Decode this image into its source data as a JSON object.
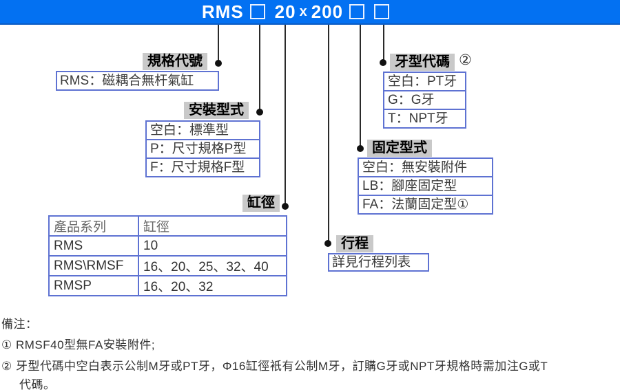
{
  "title": {
    "series": "RMS",
    "bore": "20",
    "times": "x",
    "stroke": "200"
  },
  "callouts": {
    "spec": {
      "label": "規格代號",
      "desc": "RMS：磁耦合無杆氣缸"
    },
    "mount": {
      "label": "安裝型式",
      "options": [
        "空白：標準型",
        "P：尺寸規格P型",
        "F：尺寸規格F型"
      ]
    },
    "bore": {
      "label": "缸徑"
    },
    "stroke": {
      "label": "行程",
      "desc": "詳見行程列表"
    },
    "fixing": {
      "label": "固定型式",
      "options": [
        "空白：無安裝附件",
        "LB：腳座固定型",
        "FA：法蘭固定型①"
      ]
    },
    "thread": {
      "label": "牙型代碼",
      "ref_mark": "②",
      "options": [
        "空白：PT牙",
        "G：G牙",
        "T：NPT牙"
      ]
    }
  },
  "bore_table": {
    "headers": [
      "產品系列",
      "缸徑"
    ],
    "rows": [
      [
        "RMS",
        "10"
      ],
      [
        "RMS\\RMSF",
        "16、20、25、32、40"
      ],
      [
        "RMSP",
        "16、20、32"
      ]
    ]
  },
  "notes": {
    "heading": "備注：",
    "line1": "① RMSF40型無FA安裝附件;",
    "line2": "② 牙型代碼中空白表示公制M牙或PT牙，Φ16缸徑衹有公制M牙，訂購G牙或NPT牙規格時需加注G或T",
    "line3": "代碼。"
  },
  "colors": {
    "titlebar_blue": "#0371f2",
    "box_border": "#5e72d2",
    "label_bg": "#c9c9c9"
  }
}
